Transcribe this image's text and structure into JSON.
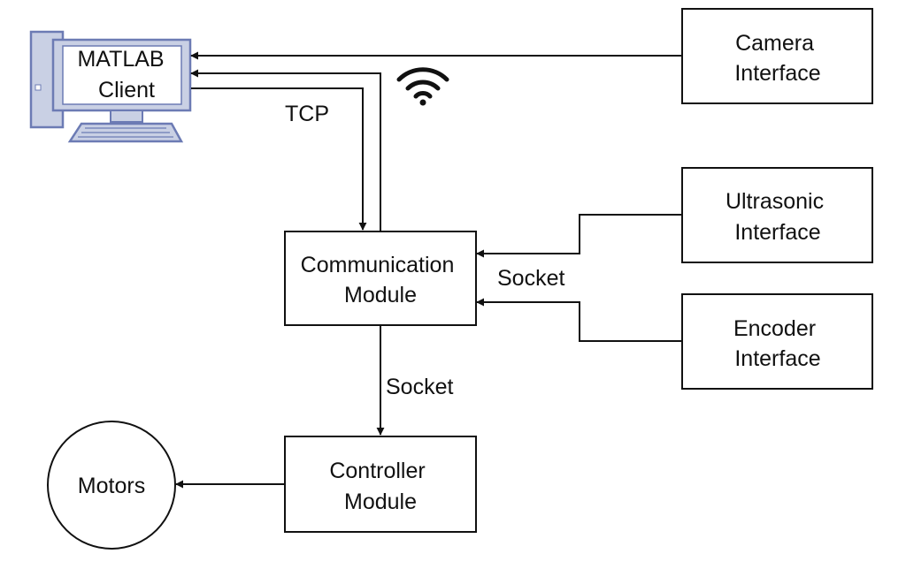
{
  "nodes": {
    "matlab_client": {
      "lines": [
        "MATLAB",
        "Client"
      ]
    },
    "camera_interface": {
      "lines": [
        "Camera",
        "Interface"
      ]
    },
    "ultrasonic_interface": {
      "lines": [
        "Ultrasonic",
        "Interface"
      ]
    },
    "encoder_interface": {
      "lines": [
        "Encoder",
        "Interface"
      ]
    },
    "communication_module": {
      "lines": [
        "Communication",
        "Module"
      ]
    },
    "controller_module": {
      "lines": [
        "Controller",
        "Module"
      ]
    },
    "motors": {
      "lines": [
        "Motors"
      ]
    }
  },
  "edge_labels": {
    "tcp": "TCP",
    "socket_sensors": "Socket",
    "socket_controller": "Socket"
  },
  "icons": {
    "computer": "desktop-computer-icon",
    "wifi": "wifi-icon"
  },
  "colors": {
    "computer_fill": "#c9d0e4",
    "computer_stroke": "#6c7bb4",
    "line": "#111111"
  }
}
